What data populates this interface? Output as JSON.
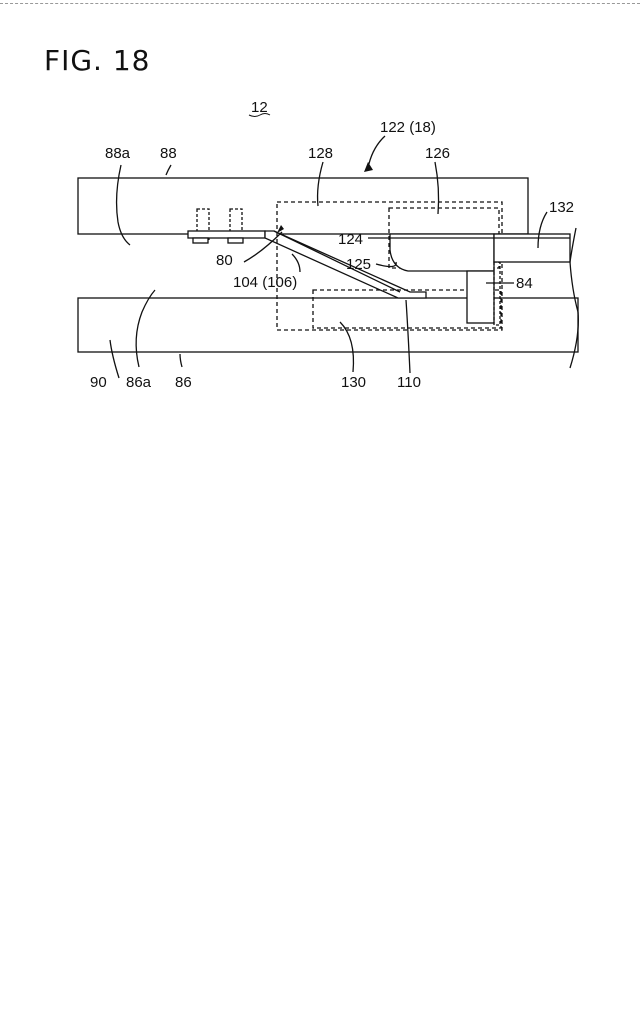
{
  "figure": {
    "title": "FIG. 18"
  },
  "labels": {
    "assembly": "12",
    "group": "122 (18)",
    "upper_plate_edge": "88a",
    "upper_plate": "88",
    "region_128": "128",
    "region_126": "126",
    "part_132": "132",
    "part_124": "124",
    "part_80": "80",
    "part_125": "125",
    "part_84": "84",
    "spring": "104 (106)",
    "gap": "90",
    "lower_plate_edge": "86a",
    "lower_plate": "86",
    "region_130": "130",
    "part_110": "110"
  }
}
